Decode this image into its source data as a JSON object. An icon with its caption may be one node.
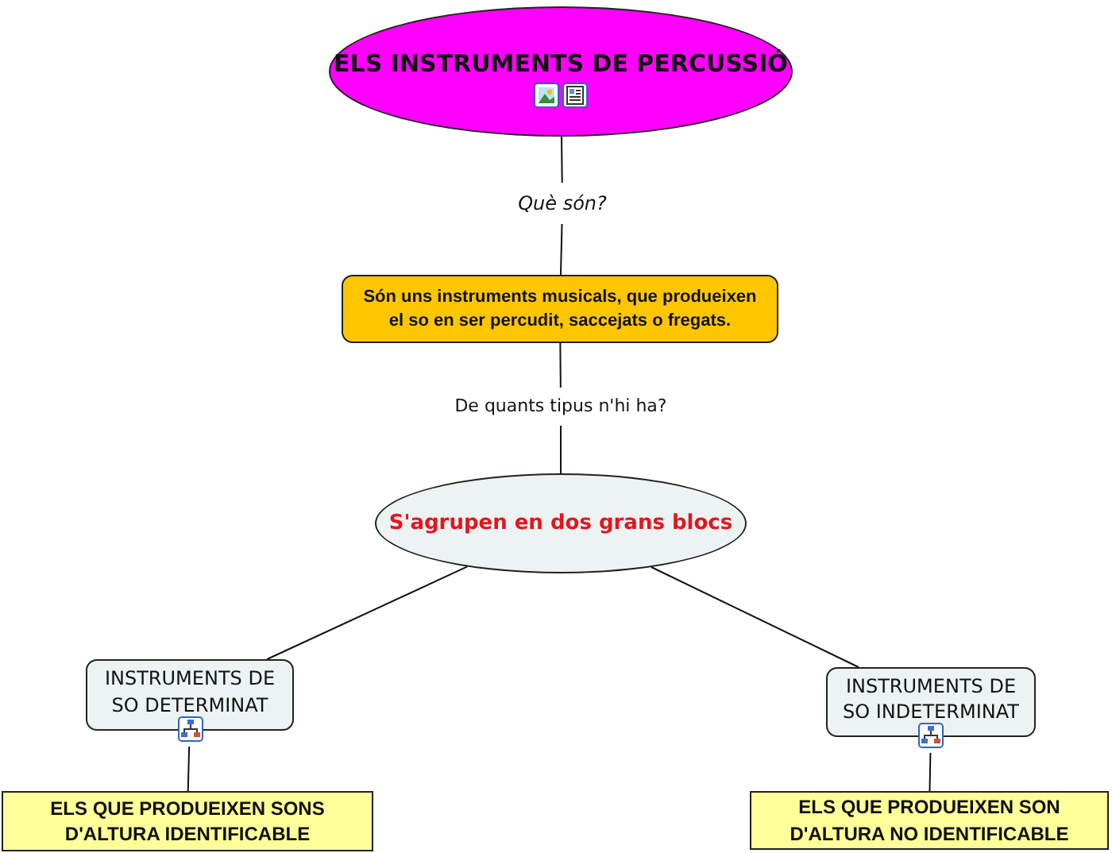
{
  "diagram": {
    "nodes": [
      {
        "text": [
          "ELS INSTRUMENTS DE PERCUSSIÓ"
        ]
      },
      {
        "text": [
          "Què són?"
        ]
      },
      {
        "text": [
          "Són uns instruments musicals, que produeixen el so en ser percudit, saccejats o fregats."
        ]
      },
      {
        "text": [
          "De quants tipus n'hi ha?"
        ]
      },
      {
        "text": [
          "S'agrupen en dos grans blocs"
        ]
      },
      {
        "text": [
          "INSTRUMENTS DE SO DETERMINAT"
        ]
      },
      {
        "text": [
          "INSTRUMENTS DE SO INDETERMINAT"
        ]
      },
      {
        "text": [
          "ELS QUE PRODUEIXEN SONS D'ALTURA IDENTIFICABLE"
        ]
      },
      {
        "text": [
          "ELS QUE PRODUEIXEN SON D'ALTURA NO IDENTIFICABLE"
        ]
      }
    ],
    "edges": [
      {
        "from": 0,
        "to": 1,
        "arrow": "none"
      },
      {
        "from": 1,
        "to": 2,
        "arrow": "none"
      },
      {
        "from": 2,
        "to": 3,
        "arrow": "none"
      },
      {
        "from": 3,
        "to": 4,
        "arrow": "none"
      },
      {
        "from": 4,
        "to": 5,
        "arrow": "none"
      },
      {
        "from": 4,
        "to": 6,
        "arrow": "none"
      },
      {
        "from": 5,
        "to": 7,
        "arrow": "none"
      },
      {
        "from": 6,
        "to": 8,
        "arrow": "none"
      }
    ]
  }
}
